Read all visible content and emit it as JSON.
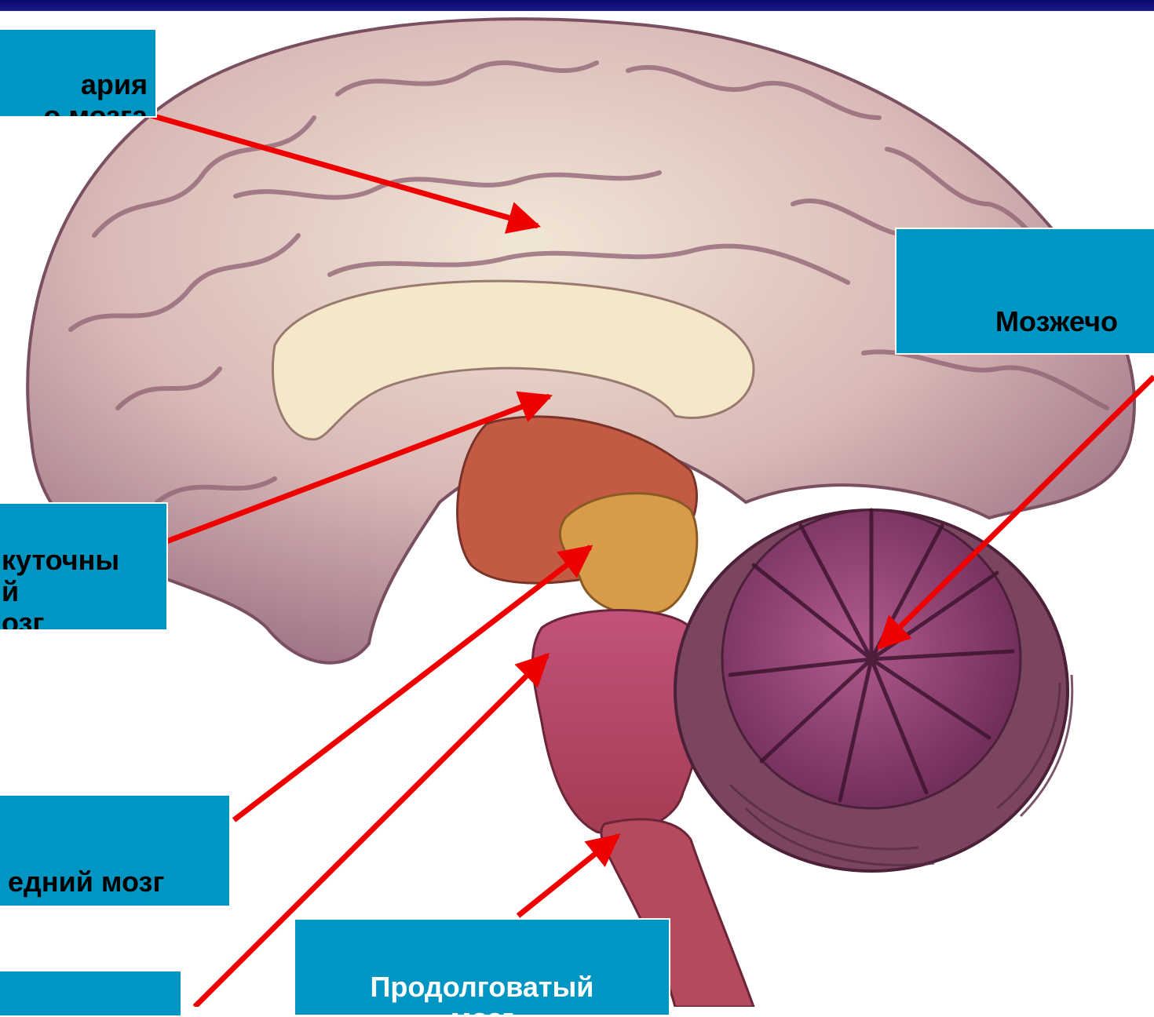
{
  "labels": {
    "hemispheres": "ария\nо мозга",
    "cerebellum": "Мозжечо",
    "diencephalon": "куточны\nй\nозг",
    "midbrain": "едний мозг",
    "pons": "",
    "medulla": "Продолговатый\nмозг"
  },
  "colors": {
    "label_background": "#0096c4",
    "arrow": "#ee0000",
    "top_bar": "#0a0a6e"
  }
}
